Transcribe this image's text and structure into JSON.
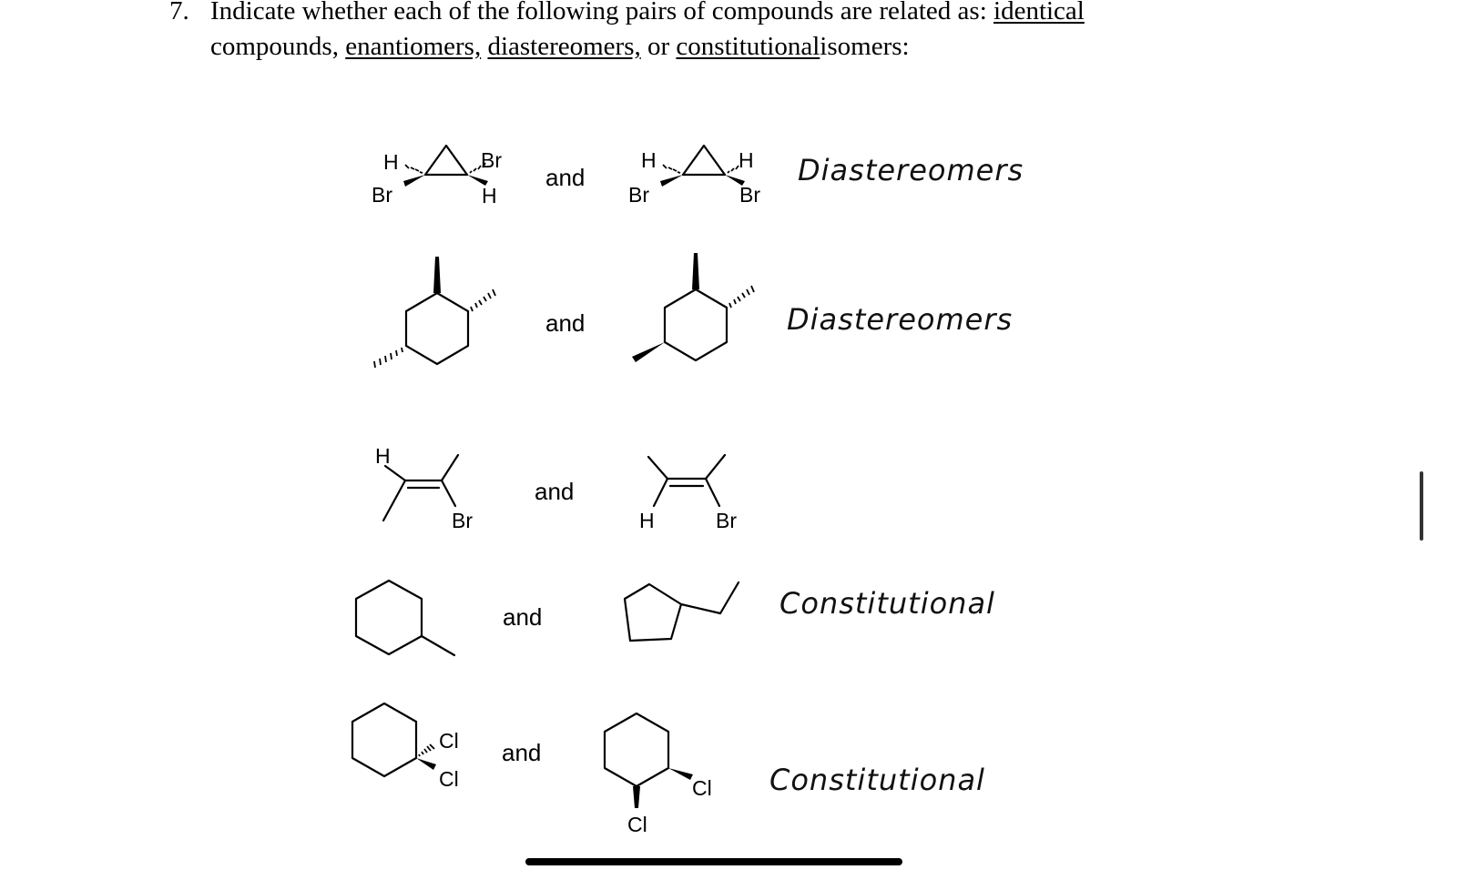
{
  "question": {
    "number": "7.",
    "line1_text": "Indicate whether each of the following pairs of compounds are related as:",
    "opt_identical": "identical",
    "line2_compounds": "compounds,",
    "opt_enantiomers": "enantiomers,",
    "opt_diastereomers": "diastereomers,",
    "or_text": "or",
    "opt_constitutional": "constitutional",
    "isomers_text": "isomers:"
  },
  "connector": "and",
  "pairs": [
    {
      "left_labels": [
        "H",
        "Br",
        "Br",
        "H"
      ],
      "right_labels": [
        "H",
        "Br",
        "H",
        "Br"
      ],
      "answer": "Diastereomers"
    },
    {
      "answer": "Diastereomers"
    },
    {
      "left_labels": [
        "H",
        "Br"
      ],
      "right_labels": [
        "H",
        "Br"
      ],
      "answer": ""
    },
    {
      "answer": "Constitutional"
    },
    {
      "left_labels": [
        "Cl",
        "Cl"
      ],
      "right_labels": [
        "Cl",
        "Cl"
      ],
      "answer": "Constitutional"
    }
  ]
}
